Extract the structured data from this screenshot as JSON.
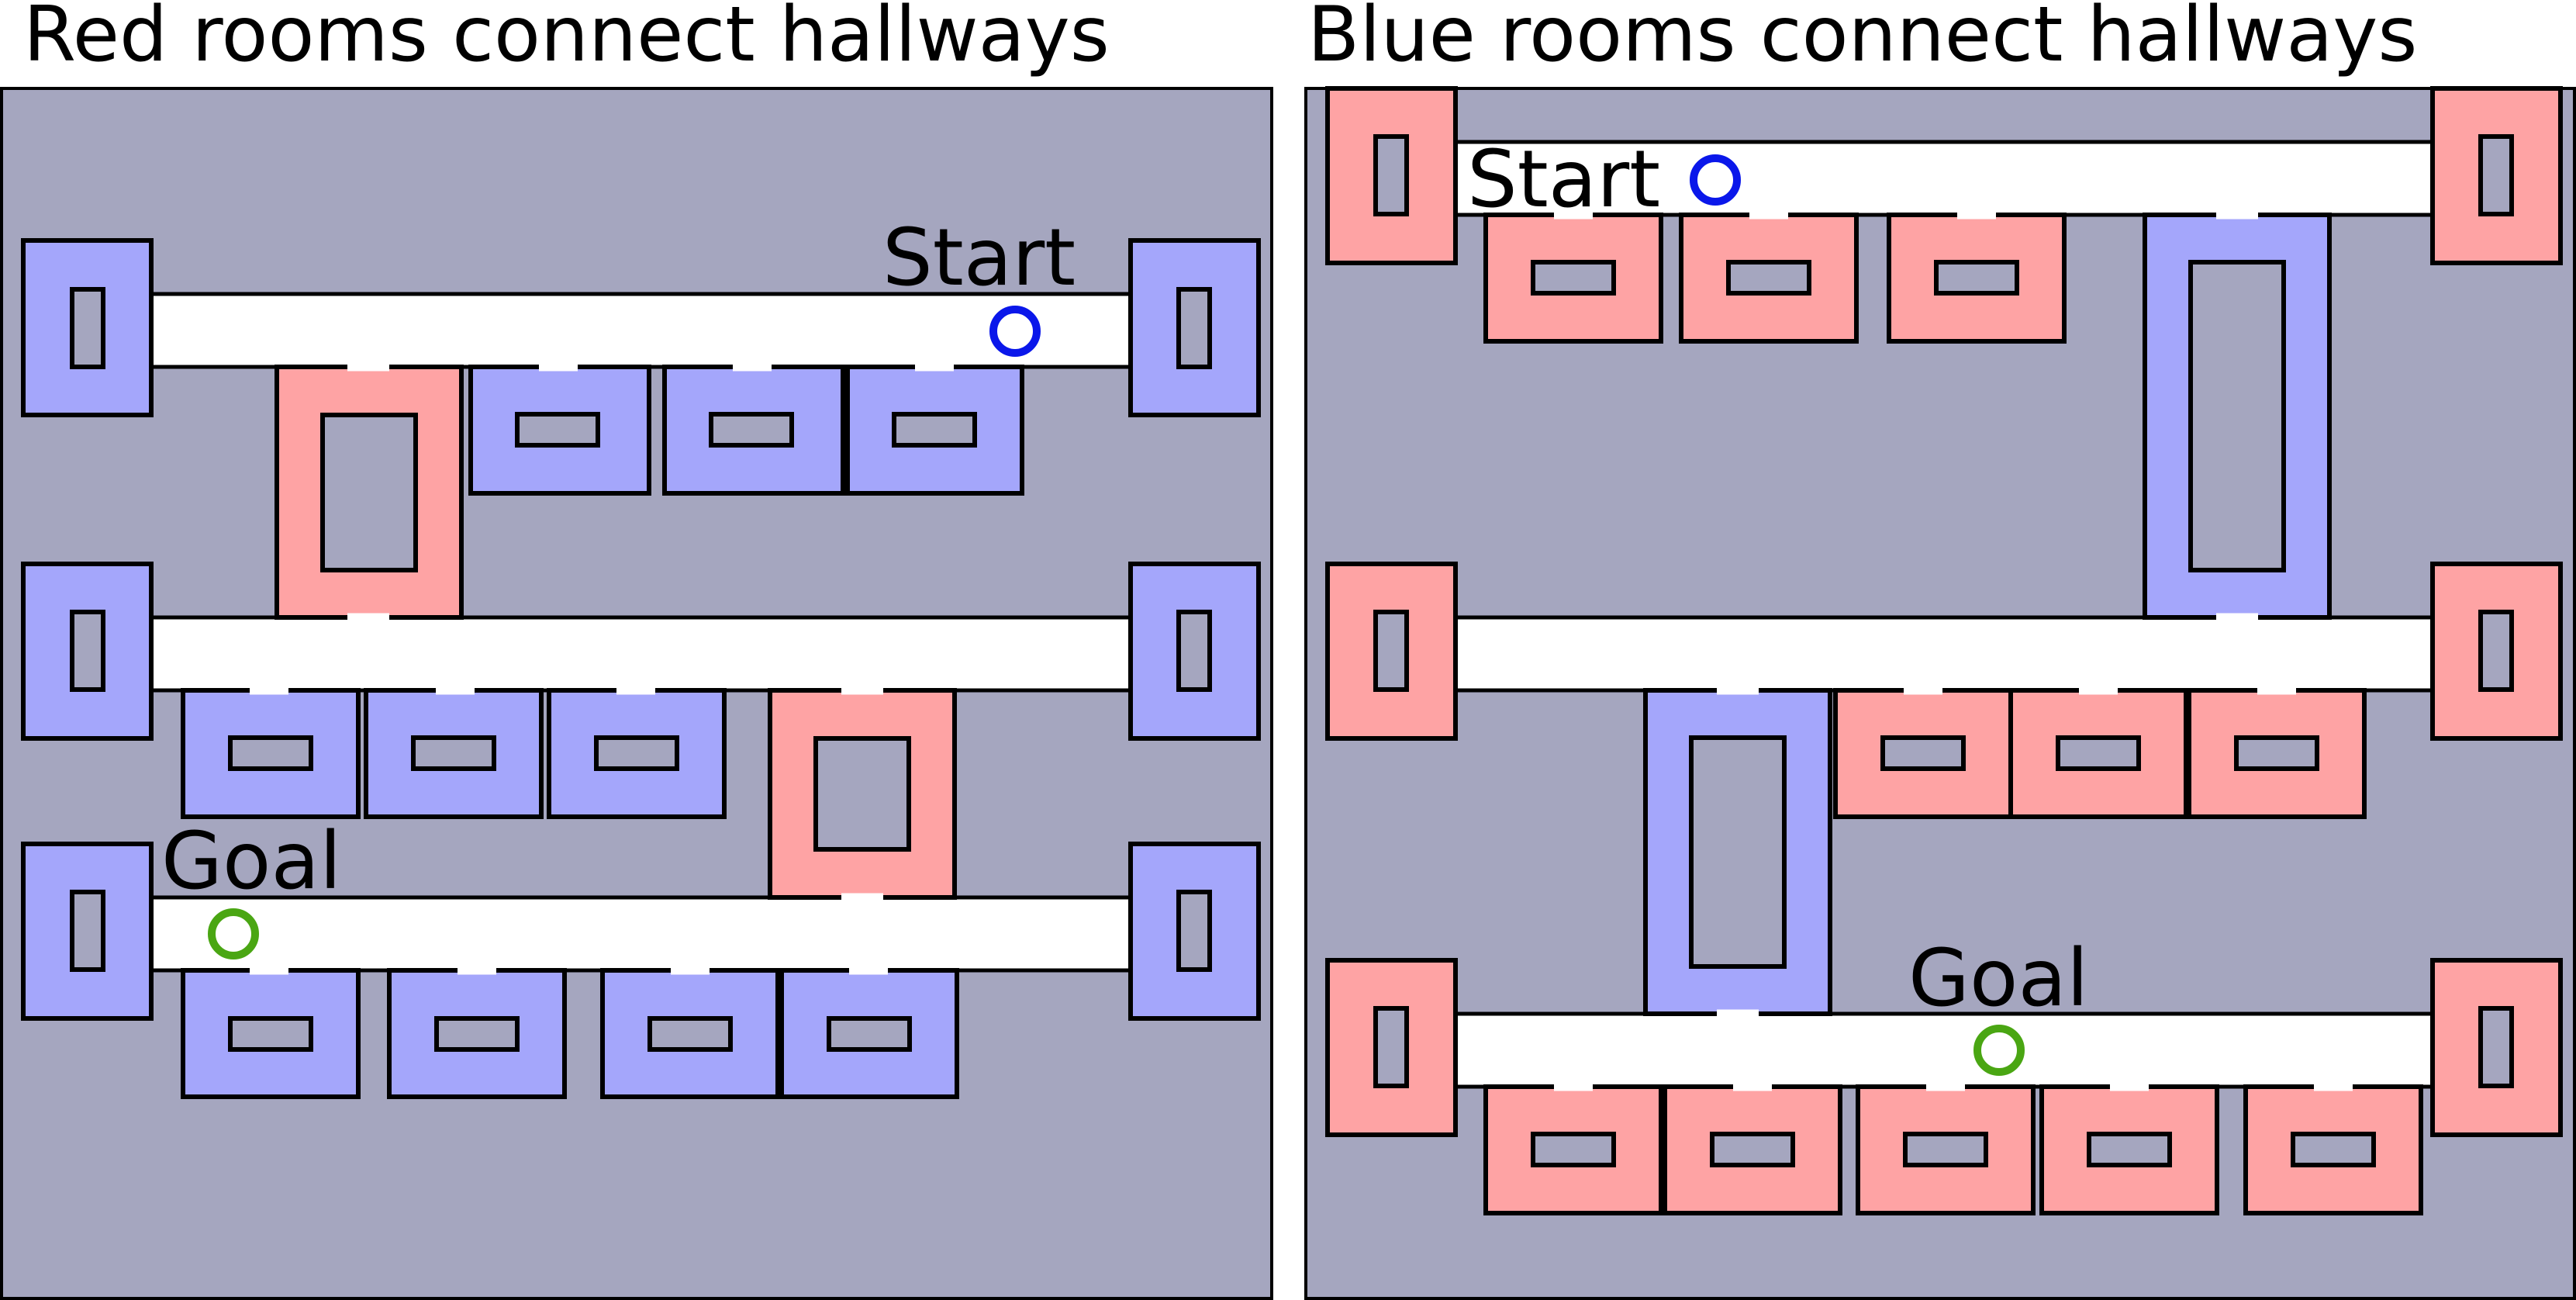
{
  "colors": {
    "background": "#a5a6bf",
    "red_room": "#fea3a4",
    "blue_room": "#a4a6fb",
    "hallway": "#ffffff",
    "start_marker": "#0a17ea",
    "goal_marker": "#4aa613"
  },
  "panels": [
    {
      "title": "Red rooms connect hallways",
      "start_label": "Start",
      "goal_label": "Goal"
    },
    {
      "title": "Blue rooms connect hallways",
      "start_label": "Start",
      "goal_label": "Goal"
    }
  ]
}
